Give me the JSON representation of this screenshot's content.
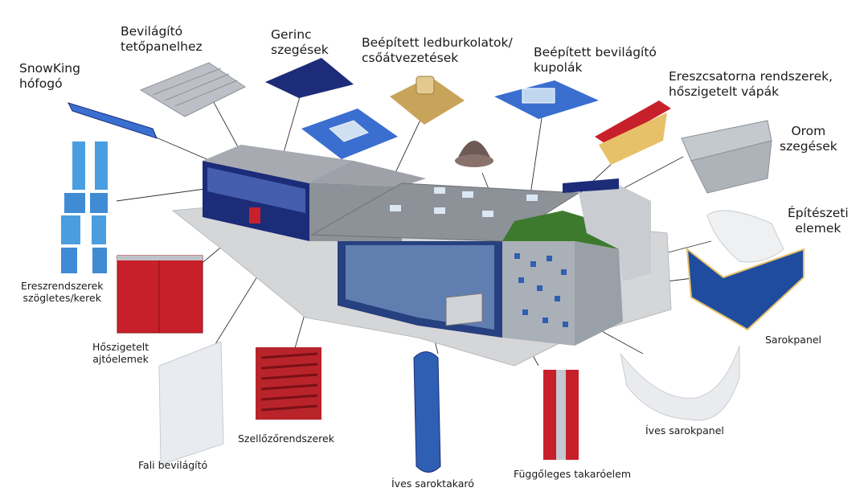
{
  "labels": {
    "snowking": [
      "SnowKing",
      "hófogó"
    ],
    "bevilagito_tetopanel": [
      "Bevilágító",
      "tetőpanelhez"
    ],
    "gerinc": [
      "Gerinc",
      "szegések"
    ],
    "ledburkolatok": [
      "Beépített ledburkolatok/",
      "csőátvezetések"
    ],
    "kupolak": [
      "Beépített bevilágító",
      "kupolák"
    ],
    "ereszcsatorna": [
      "Ereszcsatorna rendszerek,",
      "hőszigetelt vápák"
    ],
    "orom": [
      "Orom",
      "szegések"
    ],
    "epiteszeti": [
      "Építészeti",
      "elemek"
    ],
    "ereszrendszerek": [
      "Ereszrendszerek",
      "szögletes/kerek"
    ],
    "hoszigetelt_ajto": [
      "Hőszigetelt",
      "ajtóelemek"
    ],
    "fali_bevilagito": "Fali bevilágító",
    "szellozo": "Szellőzőrendszerek",
    "ives_saroktakaro": "Íves saroktakaró",
    "fuggoleges": "Függőleges takaróelem",
    "ives_sarokpanel": "Íves sarokpanel",
    "sarokpanel": "Sarokpanel"
  },
  "colors": {
    "navy": "#1c2c78",
    "blue": "#2f5fb3",
    "light_blue": "#5aa9e6",
    "red": "#c8202a",
    "grey": "#9a9ea6",
    "roof": "#8d9198",
    "green": "#3e7a2e"
  }
}
